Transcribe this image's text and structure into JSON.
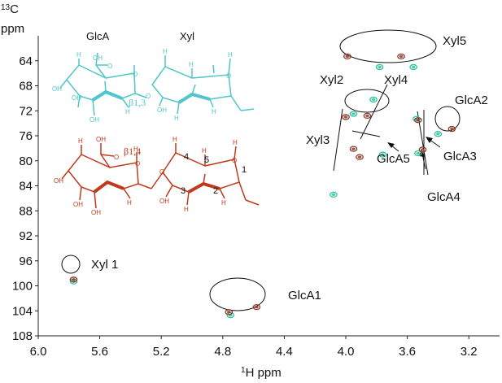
{
  "chart_data": {
    "type": "scatter",
    "title": "",
    "xlabel": "1H ppm",
    "xlabel_sup": "1",
    "xlabel_main": "H ppm",
    "ylabel_sup": "13",
    "ylabel_main": "C",
    "ylabel_unit": "ppm",
    "x_reversed": true,
    "y_reversed": true,
    "xlim": [
      6.0,
      3.0
    ],
    "ylim": [
      108,
      60
    ],
    "xticks": [
      "6.0",
      "5.6",
      "5.2",
      "4.8",
      "4.4",
      "4.0",
      "3.6",
      "3.2"
    ],
    "yticks": [
      "64",
      "68",
      "72",
      "76",
      "80",
      "84",
      "88",
      "92",
      "96",
      "100",
      "104",
      "108"
    ],
    "grid": false,
    "series": [
      {
        "color": "#2ec4a0",
        "points": [
          {
            "x": 5.77,
            "y": 99.3
          },
          {
            "x": 4.75,
            "y": 104.7
          },
          {
            "x": 3.95,
            "y": 72.5
          },
          {
            "x": 3.82,
            "y": 70.2
          },
          {
            "x": 3.76,
            "y": 79.0
          },
          {
            "x": 4.08,
            "y": 85.4
          },
          {
            "x": 3.78,
            "y": 65.0
          },
          {
            "x": 3.56,
            "y": 65.0
          },
          {
            "x": 3.53,
            "y": 78.8
          },
          {
            "x": 3.54,
            "y": 73.3
          },
          {
            "x": 3.4,
            "y": 75.7
          }
        ]
      },
      {
        "color": "#8c3a2a",
        "points": [
          {
            "x": 5.77,
            "y": 99.0
          },
          {
            "x": 4.58,
            "y": 103.4
          },
          {
            "x": 4.76,
            "y": 104.2
          },
          {
            "x": 3.99,
            "y": 63.3
          },
          {
            "x": 3.64,
            "y": 63.3
          },
          {
            "x": 4.0,
            "y": 73.0
          },
          {
            "x": 3.86,
            "y": 72.8
          },
          {
            "x": 3.95,
            "y": 78.1
          },
          {
            "x": 3.91,
            "y": 79.4
          },
          {
            "x": 3.53,
            "y": 73.5
          },
          {
            "x": 3.5,
            "y": 78.2
          },
          {
            "x": 3.31,
            "y": 74.9
          }
        ]
      }
    ],
    "annotations": [
      "Xyl5",
      "Xyl2",
      "Xyl4",
      "GlcA2",
      "Xyl3",
      "GlcA5",
      "GlcA3",
      "GlcA4",
      "Xyl 1",
      "GlcA1"
    ]
  },
  "structures": {
    "top_labels": [
      "GlcA",
      "Xyl"
    ],
    "top_linkage": "β1,3",
    "bottom_linkage": "β1,4",
    "bottom_numbers": [
      "1",
      "2",
      "3",
      "4",
      "5"
    ],
    "atoms": [
      "OH",
      "O",
      "H"
    ],
    "colors": {
      "teal": "#4ec6cc",
      "red": "#c0391b"
    }
  }
}
